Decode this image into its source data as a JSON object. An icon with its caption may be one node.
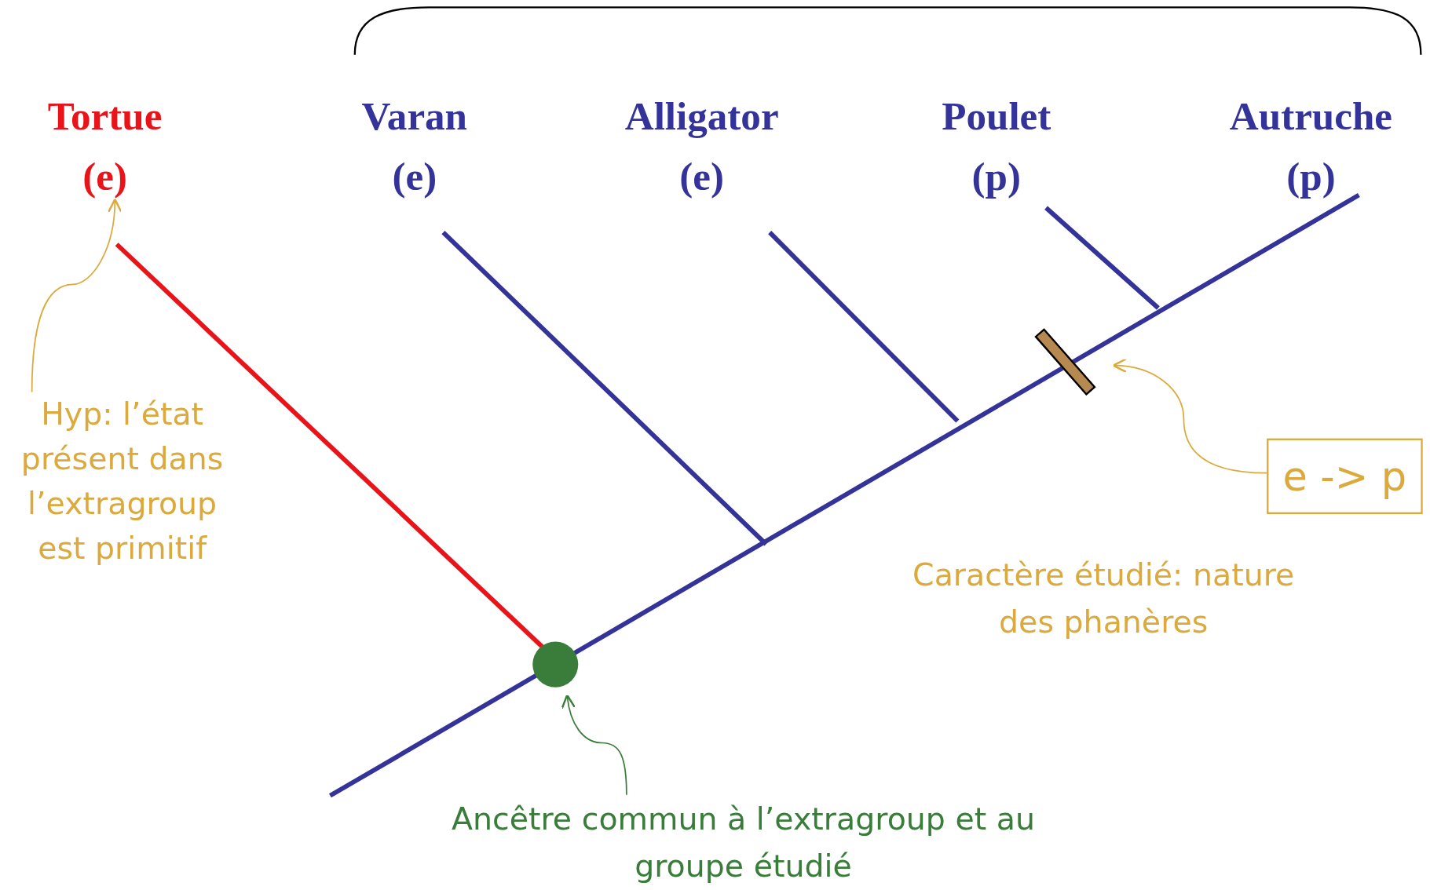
{
  "diagram": {
    "nodes": [
      {
        "text": [
          "Tortue",
          "(e)"
        ]
      },
      {
        "text": [
          "Varan",
          "(e)"
        ]
      },
      {
        "text": [
          "Alligator",
          "(e)"
        ]
      },
      {
        "text": [
          "Poulet",
          "(p)"
        ]
      },
      {
        "text": [
          "Autruche",
          "(p)"
        ]
      },
      {
        "text": [
          "Hyp: l’état présent dans l’extragroup est primitif"
        ]
      },
      {
        "text": [],
        "shape": "circle"
      },
      {
        "text": [
          "Ancêtre commun à l’extragroup et au groupe étudié"
        ]
      },
      {
        "text": [],
        "shape": "bar"
      },
      {
        "text": [
          "e -> p"
        ]
      }
    ],
    "edges": [
      {
        "from": 5,
        "to": 0,
        "arrow": "to"
      },
      {
        "from": 7,
        "to": 6,
        "arrow": "to",
        "color": "#3a7d3a"
      },
      {
        "from": 9,
        "to": 8,
        "arrow": "to"
      },
      {
        "from": 6,
        "to": 0,
        "arrow": "none",
        "style": "thick",
        "color": "#e8141a"
      }
    ],
    "labels": [
      "Caractère étudié: nature des phanères"
    ]
  }
}
